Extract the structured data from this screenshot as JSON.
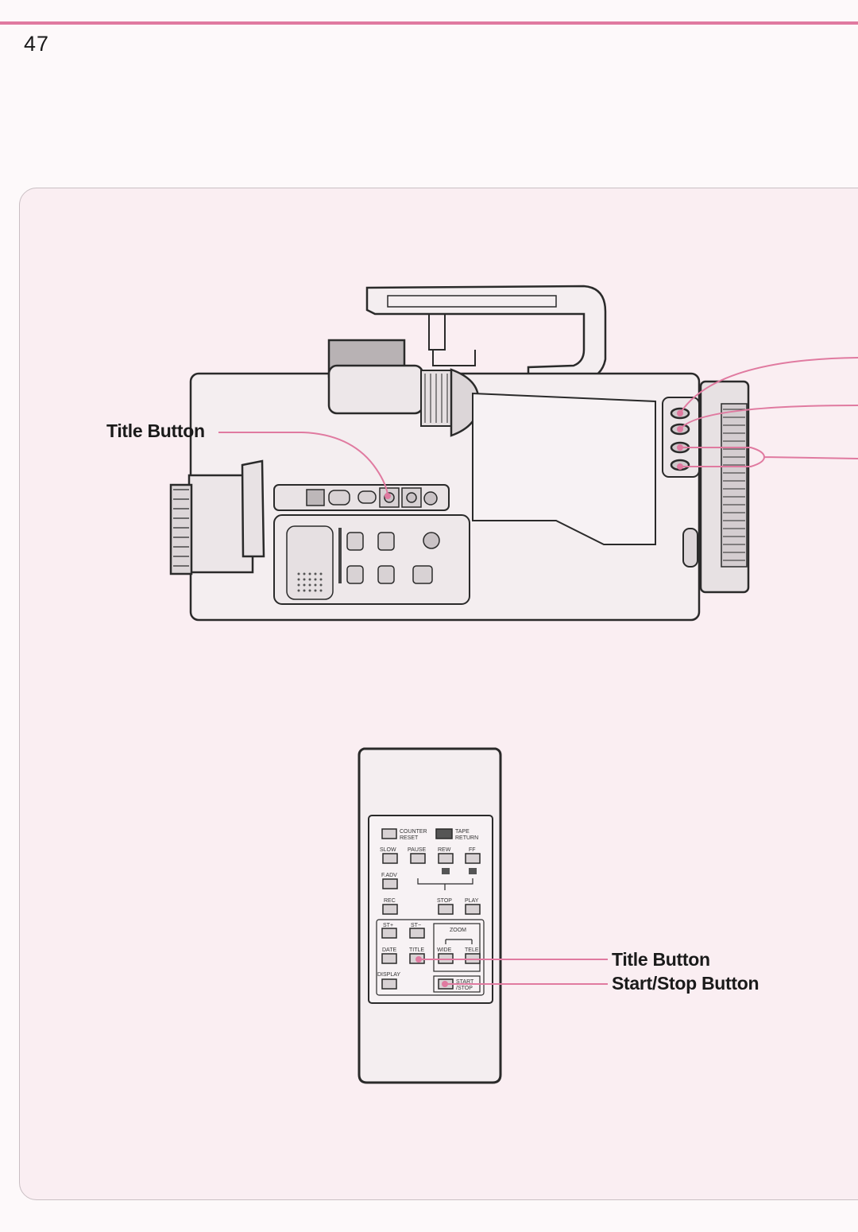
{
  "page": {
    "number": "47"
  },
  "callouts": {
    "camera_title_button": "Title Button",
    "remote_title_button": "Title Button",
    "remote_start_stop_button": "Start/Stop Button"
  },
  "remote": {
    "labels": {
      "counter": "COUNTER",
      "reset": "RESET",
      "tape": "TAPE",
      "return": "RETURN",
      "slow": "SLOW",
      "pause": "PAUSE",
      "rew": "REW",
      "ff": "FF",
      "fadv": "F.ADV",
      "rec": "REC",
      "stop": "STOP",
      "play": "PLAY",
      "st_plus": "ST+",
      "st_minus": "ST−",
      "zoom": "ZOOM",
      "date": "DATE",
      "title": "TITLE",
      "wide": "WIDE",
      "tele": "TELE",
      "display": "DISPLAY",
      "start": "START",
      "stop2": "/STOP"
    }
  },
  "colors": {
    "accent": "#e07aa0",
    "panel": "#faeef2",
    "line": "#2a2a2a"
  }
}
